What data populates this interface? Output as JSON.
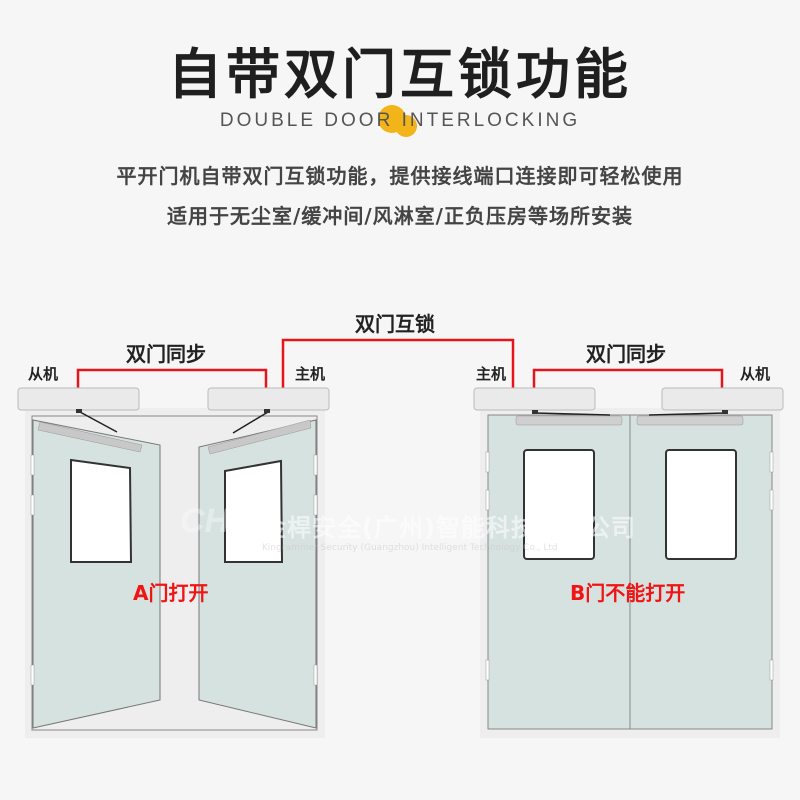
{
  "header": {
    "title": "自带双门互锁功能",
    "subtitle": "DOUBLE DOOR INTERLOCKING",
    "accent_color": "#f2b418"
  },
  "description": {
    "line1": "平开门机自带双门互锁功能，提供接线端口连接即可轻松使用",
    "line2": "适用于无尘室/缓冲间/风淋室/正负压房等场所安装"
  },
  "diagram": {
    "interlock_label": "双门互锁",
    "line_color": "#e8141c",
    "door_a": {
      "sync_label": "双门同步",
      "slave_label": "从机",
      "master_label": "主机",
      "status": "A门打开"
    },
    "door_b": {
      "sync_label": "双门同步",
      "slave_label": "从机",
      "master_label": "主机",
      "status": "B门不能打开"
    }
  },
  "watermark": {
    "company_cn": "金桿安全(广州)智能科技有限公司",
    "company_en": "Kingrammer Security (Guangzhou) Intelligent Technology Co., Ltd"
  }
}
